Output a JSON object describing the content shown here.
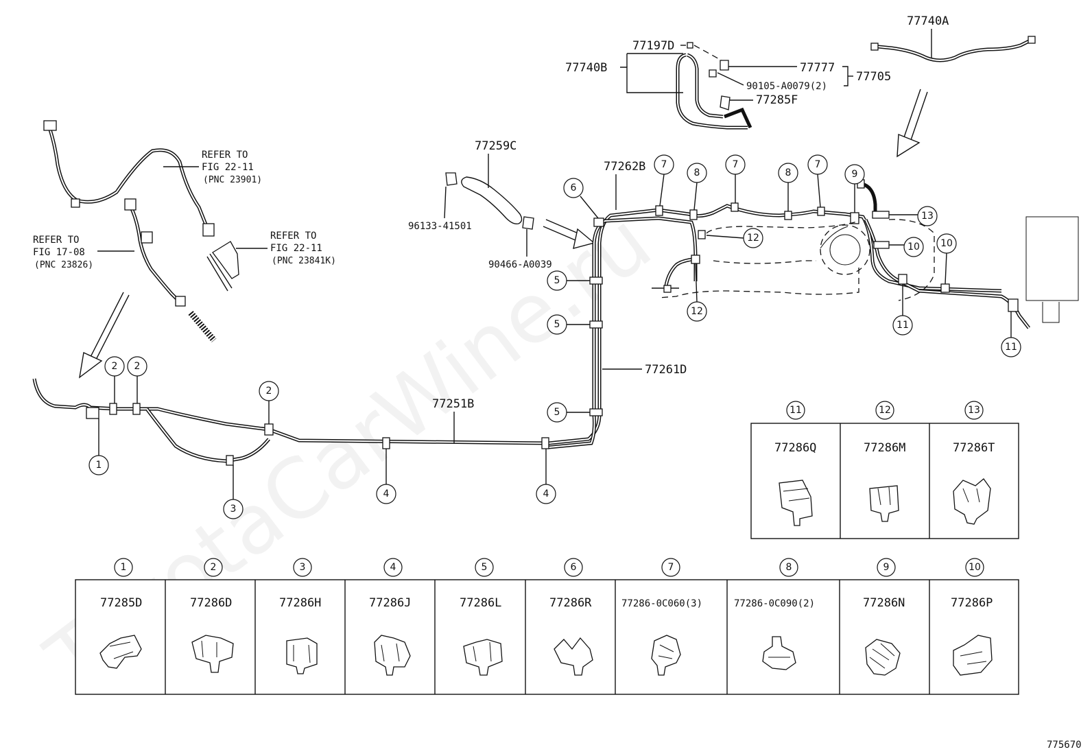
{
  "watermark": "ToyotaCarWine.ru",
  "figure_id": "775670",
  "callouts": [
    {
      "id": "c1",
      "text": "1"
    },
    {
      "id": "c2",
      "text": "2"
    },
    {
      "id": "c3",
      "text": "3"
    },
    {
      "id": "c4",
      "text": "4"
    },
    {
      "id": "c5",
      "text": "5"
    },
    {
      "id": "c6",
      "text": "6"
    },
    {
      "id": "c7",
      "text": "7"
    },
    {
      "id": "c8",
      "text": "8"
    },
    {
      "id": "c9",
      "text": "9"
    },
    {
      "id": "c10",
      "text": "10"
    },
    {
      "id": "c11",
      "text": "11"
    },
    {
      "id": "c12",
      "text": "12"
    },
    {
      "id": "c13",
      "text": "13"
    }
  ],
  "labels": {
    "p77740A": "77740A",
    "p77197D": "77197D",
    "p77740B": "77740B",
    "p77777": "77777",
    "p77705": "77705",
    "p90105": "90105-A0079(2)",
    "p77285F": "77285F",
    "p77259C": "77259C",
    "p96133": "96133-41501",
    "p90466": "90466-A0039",
    "p77262B": "77262B",
    "p77261D": "77261D",
    "p77251B": "77251B"
  },
  "refs": {
    "ref1": {
      "line1": "REFER TO",
      "line2": "FIG 22-11",
      "line3": "(PNC 23901)"
    },
    "ref2": {
      "line1": "REFER TO",
      "line2": "FIG 17-08",
      "line3": "(PNC 23826)"
    },
    "ref3": {
      "line1": "REFER TO",
      "line2": "FIG 22-11",
      "line3": "(PNC 23841K)"
    }
  },
  "top_table": {
    "cells": [
      {
        "num": "11",
        "part": "77286Q"
      },
      {
        "num": "12",
        "part": "77286M"
      },
      {
        "num": "13",
        "part": "77286T"
      }
    ]
  },
  "bottom_table": {
    "cells": [
      {
        "num": "1",
        "part": "77285D"
      },
      {
        "num": "2",
        "part": "77286D"
      },
      {
        "num": "3",
        "part": "77286H"
      },
      {
        "num": "4",
        "part": "77286J"
      },
      {
        "num": "5",
        "part": "77286L"
      },
      {
        "num": "6",
        "part": "77286R"
      },
      {
        "num": "7",
        "part": "77286-0C060(3)"
      },
      {
        "num": "8",
        "part": "77286-0C090(2)"
      },
      {
        "num": "9",
        "part": "77286N"
      },
      {
        "num": "10",
        "part": "77286P"
      }
    ]
  }
}
